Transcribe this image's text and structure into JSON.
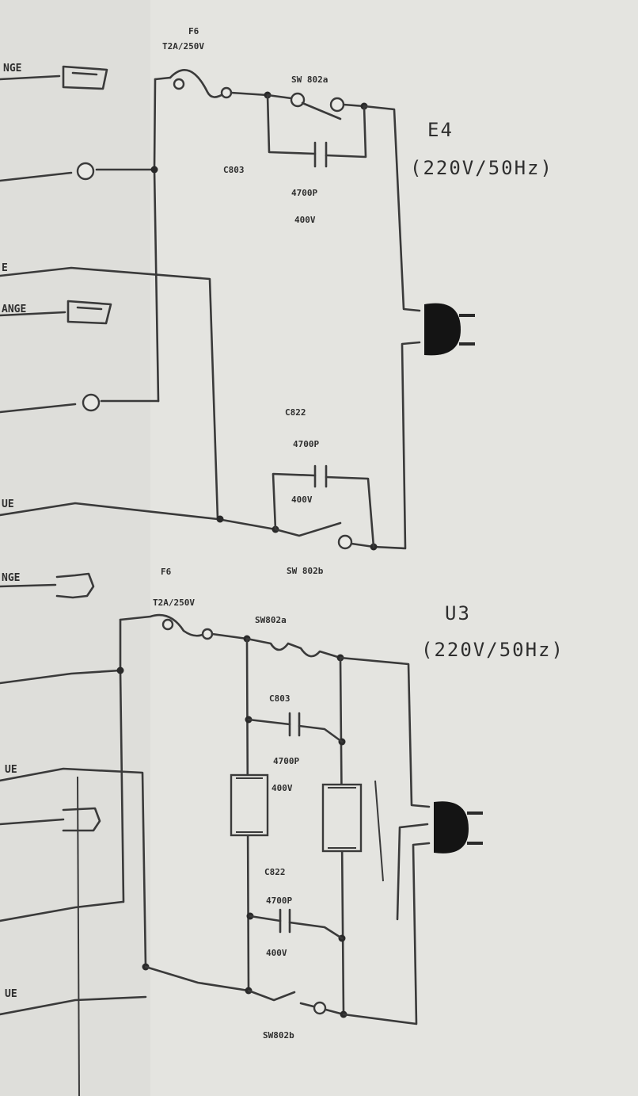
{
  "upper": {
    "fuse_ref": "F6",
    "fuse_rating": "T2A/250V",
    "switch_a": "SW 802a",
    "switch_b": "SW 802b",
    "cap_a_ref": "C803",
    "cap_a_value": "4700P",
    "cap_a_voltage": "400V",
    "cap_b_ref": "C822",
    "cap_b_value": "4700P",
    "cap_b_voltage": "400V",
    "region": "E4",
    "supply": "(220V/50Hz)"
  },
  "lower": {
    "fuse_ref": "F6",
    "fuse_rating": "T2A/250V",
    "switch_a": "SW802a",
    "switch_b": "SW802b",
    "cap_a_ref": "C803",
    "cap_a_value": "4700P",
    "cap_a_voltage": "400V",
    "cap_b_ref": "C822",
    "cap_b_value": "4700P",
    "cap_b_voltage": "400V",
    "region": "U3",
    "supply": "(220V/50Hz)"
  },
  "left_edge_labels": [
    "NGE",
    "E",
    "ANGE",
    "UE",
    "NGE",
    "UE",
    "UE"
  ]
}
